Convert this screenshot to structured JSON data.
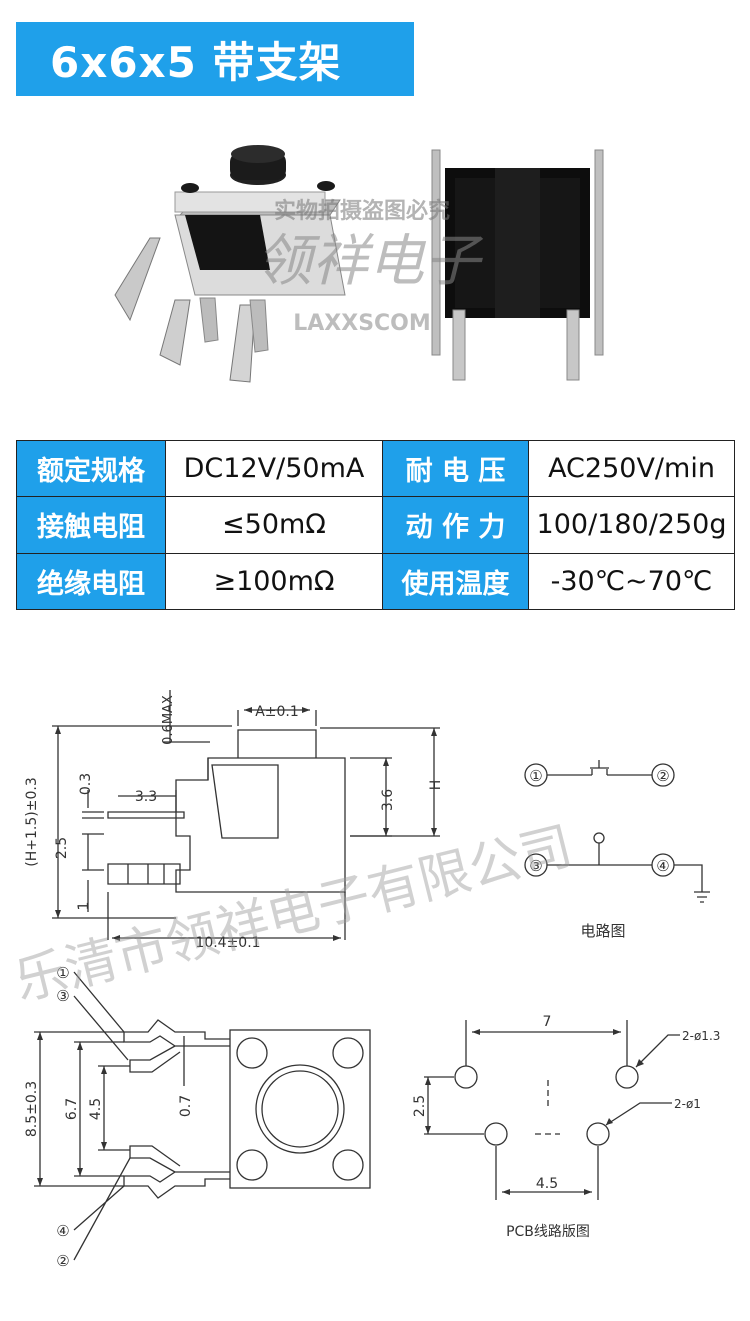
{
  "title": "6x6x5 带支架",
  "watermark": {
    "line1": "实物拍摄盗图必究",
    "brand_cn": "领祥电子",
    "brand_en": "LAXXSCOM",
    "diagonal": "乐清市领祥电子有限公司"
  },
  "specs": [
    {
      "label1": "额定规格",
      "value1": "DC12V/50mA",
      "label2": "耐 电 压",
      "value2": "AC250V/min"
    },
    {
      "label1": "接触电阻",
      "value1": "≤50mΩ",
      "label2": "动 作 力",
      "value2": "100/180/250g"
    },
    {
      "label1": "绝缘电阻",
      "value1": "≥100mΩ",
      "label2": "使用温度",
      "value2": "-30℃~70℃"
    }
  ],
  "side_view": {
    "dim_top": "0.6MAX",
    "dim_a": "A±0.1",
    "dim_left": "(H+1.5)±0.3",
    "dim_03": "0.3",
    "dim_33": "3.3",
    "dim_25": "2.5",
    "dim_1": "1",
    "dim_36": "3.6",
    "dim_h": "H",
    "dim_bottom": "10.4±0.1"
  },
  "circuit": {
    "pins": [
      "①",
      "②",
      "③",
      "④"
    ],
    "caption": "电路图"
  },
  "top_view": {
    "callouts": [
      "①",
      "③",
      "④",
      "②"
    ],
    "dim_85": "8.5±0.3",
    "dim_67": "6.7",
    "dim_45": "4.5",
    "dim_07": "0.7"
  },
  "pcb": {
    "dim_7": "7",
    "dim_25": "2.5",
    "dim_45": "4.5",
    "hole_large": "2-ø1.3",
    "hole_small": "2-ø1",
    "caption": "PCB线路版图"
  }
}
